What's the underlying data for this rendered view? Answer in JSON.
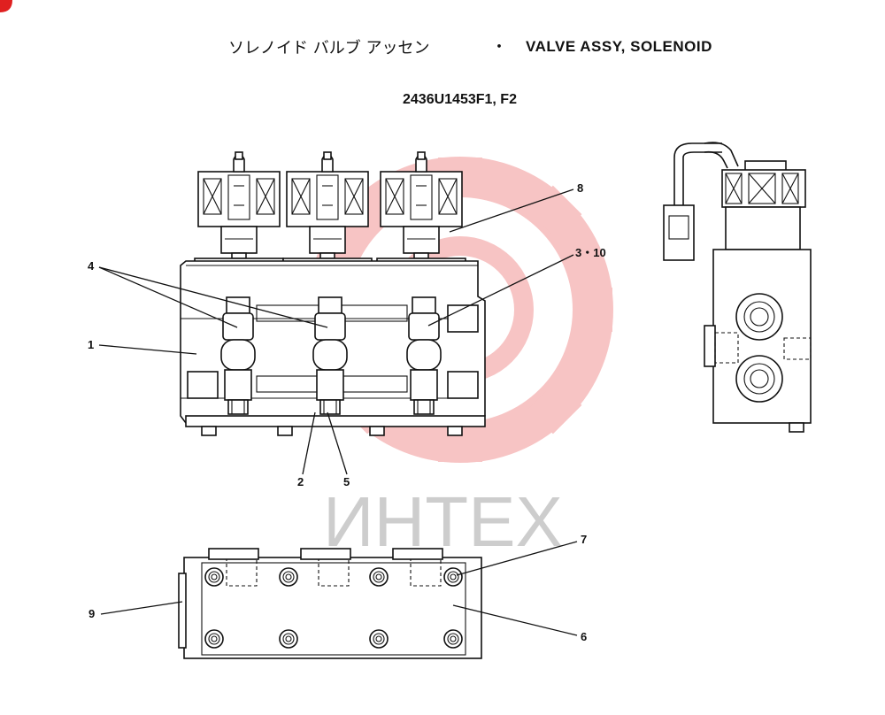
{
  "header": {
    "title_jp": "ソレノイド バルブ アッセン",
    "separator": "・",
    "title_en": "VALVE ASSY, SOLENOID",
    "part_number": "2436U1453F1, F2"
  },
  "watermark": {
    "text": "ИНТЕХ",
    "gear_color": "#f08a8a",
    "text_color": "#bdbdbd"
  },
  "callouts": {
    "c1": "1",
    "c2": "2",
    "c3_10": "3・10",
    "c4": "4",
    "c5": "5",
    "c6": "6",
    "c7": "7",
    "c8": "8",
    "c9": "9"
  },
  "corner_mark_color": "#e02020"
}
